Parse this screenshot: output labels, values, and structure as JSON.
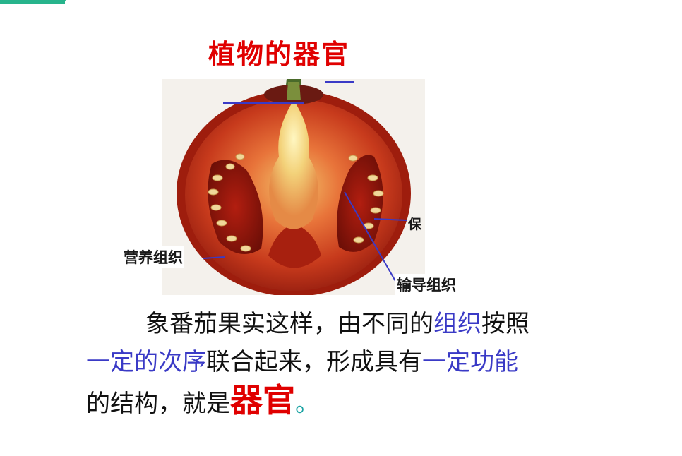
{
  "title": "植物的器官",
  "figure": {
    "labels": {
      "nutrient_tissue": "营养组织",
      "vascular_tissue": "输导组织",
      "cut_label": "保"
    }
  },
  "body": {
    "line1_part1": "象番茄果实这样，由不同的",
    "line1_part2": "组织",
    "line1_part3": "按照",
    "line2_part1": "一定的次序",
    "line2_part2": "联合起来，形成具有",
    "line2_part3": "一定功能",
    "line3_part1": "的结构，就是",
    "line3_part2": "器官",
    "line3_part3": "。"
  },
  "colors": {
    "accent": "#27b48c",
    "title": "#e00000",
    "highlight_blue": "#3a3ac6",
    "highlight_red": "#e00000",
    "period": "#1aa3a3"
  }
}
